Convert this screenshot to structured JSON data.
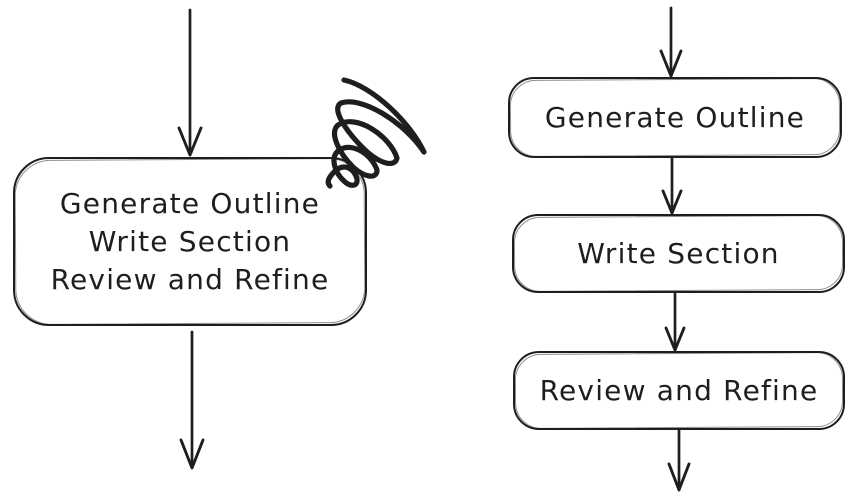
{
  "page": {
    "background": "#ffffff",
    "ink_color": "#1e1e1e",
    "kind": "hand-drawn flowchart comparison"
  },
  "left_flow": {
    "node_label_lines": [
      "Generate Outline",
      "Write Section",
      "Review and Refine"
    ],
    "annotation_icon": "scribble-scratch-mark",
    "incoming_icon": "arrow-down",
    "outgoing_icon": "arrow-down"
  },
  "right_flow": {
    "nodes": [
      "Generate Outline",
      "Write Section",
      "Review and Refine"
    ],
    "connector_icon": "arrow-down"
  }
}
